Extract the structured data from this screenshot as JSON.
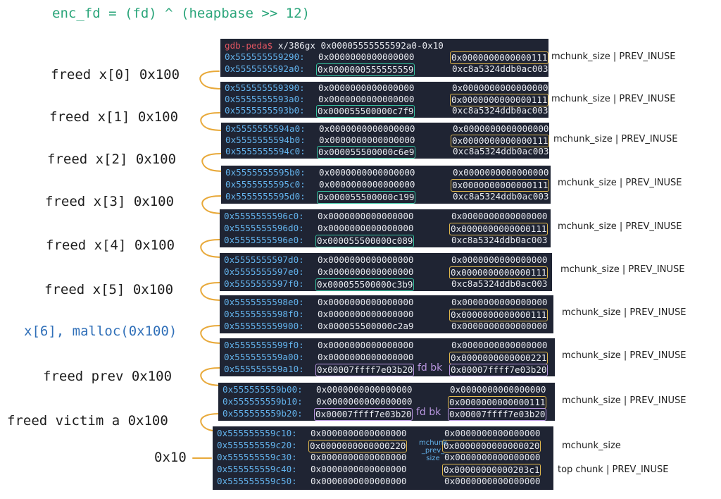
{
  "title": "enc_fd = (fd) ^ (heapbase >> 12)",
  "command": {
    "prompt": "gdb-peda$",
    "text": " x/386gx 0x00005555555592a0-0x10"
  },
  "labels": {
    "x0": "freed x[0] 0x100",
    "x1": "freed x[1] 0x100",
    "x2": "freed x[2] 0x100",
    "x3": "freed x[3] 0x100",
    "x4": "freed x[4] 0x100",
    "x5": "freed x[5] 0x100",
    "x6": "x[6], malloc(0x100)",
    "prev": "freed prev 0x100",
    "victim": "freed victim a 0x100",
    "small": "0x10"
  },
  "notes": {
    "size_inuse": "mchunk_size | PREV_INUSE",
    "size": "mchunk_size",
    "top": "top chunk | PREV_INUSE",
    "fd_bk": "fd bk",
    "mchunk_prev_size": [
      "mchunk",
      "_prev_",
      "size"
    ]
  },
  "colors": {
    "terminal_bg": "#1f2433",
    "address": "#63b3ed",
    "prompt": "#e05561",
    "title": "#2aa57a",
    "highlight_size": "#e0b84d",
    "highlight_fd": "#35c2a0",
    "highlight_bk": "#b996e0",
    "arrow": "#e8a93a",
    "x6_label": "#2f6fb8"
  },
  "blocks": {
    "b0": [
      [
        "0x555555559290:",
        "0x0000000000000000",
        "0x0000000000000111"
      ],
      [
        "0x5555555592a0:",
        "0x0000000555555559",
        "0xc8a5324ddb0ac003"
      ]
    ],
    "b1": [
      [
        "0x555555559390:",
        "0x0000000000000000",
        "0x0000000000000000"
      ],
      [
        "0x5555555593a0:",
        "0x0000000000000000",
        "0x0000000000000111"
      ],
      [
        "0x5555555593b0:",
        "0x000055500000c7f9",
        "0xc8a5324ddb0ac003"
      ]
    ],
    "b2": [
      [
        "0x5555555594a0:",
        "0x0000000000000000",
        "0x0000000000000000"
      ],
      [
        "0x5555555594b0:",
        "0x0000000000000000",
        "0x0000000000000111"
      ],
      [
        "0x5555555594c0:",
        "0x000055500000c6e9",
        "0xc8a5324ddb0ac003"
      ]
    ],
    "b3": [
      [
        "0x5555555595b0:",
        "0x0000000000000000",
        "0x0000000000000000"
      ],
      [
        "0x5555555595c0:",
        "0x0000000000000000",
        "0x0000000000000111"
      ],
      [
        "0x5555555595d0:",
        "0x000055500000c199",
        "0xc8a5324ddb0ac003"
      ]
    ],
    "b4": [
      [
        "0x5555555596c0:",
        "0x0000000000000000",
        "0x0000000000000000"
      ],
      [
        "0x5555555596d0:",
        "0x0000000000000000",
        "0x0000000000000111"
      ],
      [
        "0x5555555596e0:",
        "0x000055500000c089",
        "0xc8a5324ddb0ac003"
      ]
    ],
    "b5": [
      [
        "0x5555555597d0:",
        "0x0000000000000000",
        "0x0000000000000000"
      ],
      [
        "0x5555555597e0:",
        "0x0000000000000000",
        "0x0000000000000111"
      ],
      [
        "0x5555555597f0:",
        "0x000055500000c3b9",
        "0xc8a5324ddb0ac003"
      ]
    ],
    "b6": [
      [
        "0x5555555598e0:",
        "0x0000000000000000",
        "0x0000000000000000"
      ],
      [
        "0x5555555598f0:",
        "0x0000000000000000",
        "0x0000000000000111"
      ],
      [
        "0x555555559900:",
        "0x000055500000c2a9",
        "0x0000000000000000"
      ]
    ],
    "b7": [
      [
        "0x5555555599f0:",
        "0x0000000000000000",
        "0x0000000000000000"
      ],
      [
        "0x555555559a00:",
        "0x0000000000000000",
        "0x0000000000000221"
      ],
      [
        "0x555555559a10:",
        "0x00007ffff7e03b20",
        "0x00007ffff7e03b20"
      ]
    ],
    "b8": [
      [
        "0x555555559b00:",
        "0x0000000000000000",
        "0x0000000000000000"
      ],
      [
        "0x555555559b10:",
        "0x0000000000000000",
        "0x0000000000000111"
      ],
      [
        "0x555555559b20:",
        "0x00007ffff7e03b20",
        "0x00007ffff7e03b20"
      ]
    ],
    "b9": [
      [
        "0x555555559c10:",
        "0x0000000000000000",
        "0x0000000000000000"
      ],
      [
        "0x555555559c20:",
        "0x0000000000000220",
        "0x0000000000000020"
      ],
      [
        "0x555555559c30:",
        "0x0000000000000000",
        "0x0000000000000000"
      ],
      [
        "0x555555559c40:",
        "0x0000000000000000",
        "0x00000000000203c1"
      ],
      [
        "0x555555559c50:",
        "0x0000000000000000",
        "0x0000000000000000"
      ]
    ]
  }
}
